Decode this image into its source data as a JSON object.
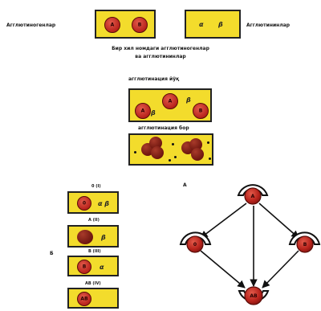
{
  "top": {
    "left_label": "Агглютиногенлар",
    "right_label": "Агглютининлар",
    "left_cells": [
      "А",
      "В"
    ],
    "right_glyphs": [
      "α",
      "β"
    ]
  },
  "caption": {
    "line1": "Бир хил номдаги агглютиногенлар",
    "line2": "ва агглютининлар"
  },
  "panel_no": {
    "title": "агглютинация йўқ",
    "cells": [
      "А",
      "А",
      "В"
    ],
    "glyphs": [
      "β",
      "β"
    ]
  },
  "panel_yes": {
    "title": "агглютинация бор"
  },
  "groups": [
    {
      "label": "0 (I)",
      "cell": "0",
      "glyph": "α β"
    },
    {
      "label": "А (II)",
      "cell": "",
      "glyph": "β"
    },
    {
      "label": "В (III)",
      "cell": "В",
      "glyph": "α"
    },
    {
      "label": "АВ (IV)",
      "cell": "АВ",
      "glyph": ""
    }
  ],
  "markers": {
    "a": "А",
    "b": "Б"
  },
  "diagram": {
    "nodes": [
      "А",
      "0",
      "В",
      "АВ"
    ]
  },
  "colors": {
    "panel": "#f3dc2c",
    "cell": "#c4271e"
  }
}
